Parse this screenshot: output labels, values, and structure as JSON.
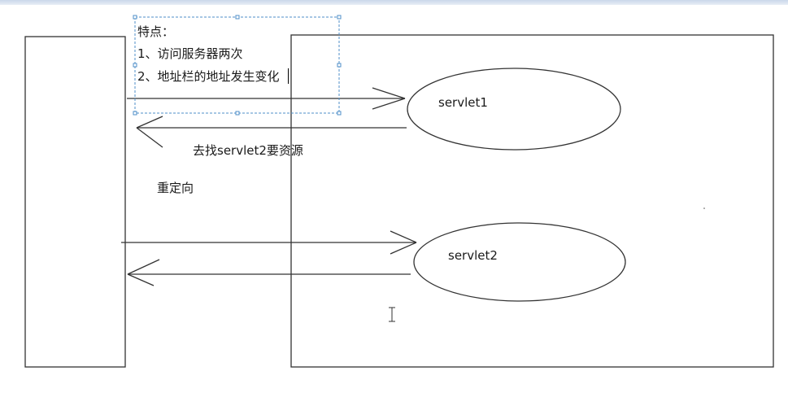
{
  "note": {
    "title": "特点：",
    "lines": [
      "1、访问服务器两次",
      "2、地址栏的地址发生变化"
    ]
  },
  "servlets": {
    "first": "servlet1",
    "second": "servlet2"
  },
  "labels": {
    "request_servlet2": "去找servlet2要资源",
    "redirect": "重定向"
  },
  "colors": {
    "stroke": "#333333",
    "selection": "#4f8fc9"
  }
}
